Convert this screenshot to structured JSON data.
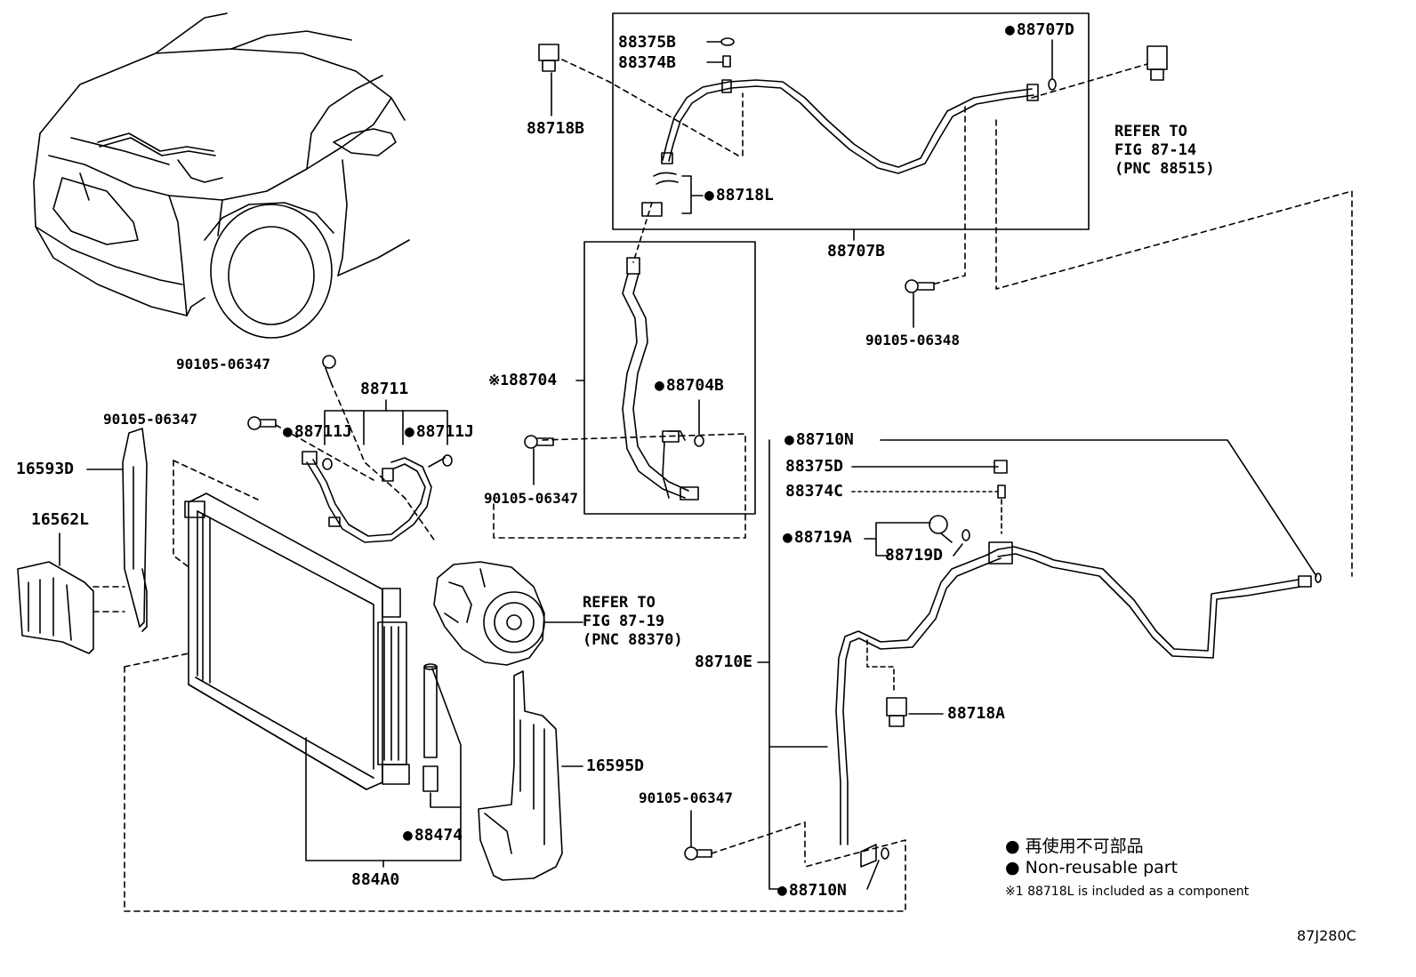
{
  "parts": {
    "p88375B": "88375B",
    "p88374B": "88374B",
    "p88707D": "88707D",
    "p88718B": "88718B",
    "p88718L": "88718L",
    "p88707B": "88707B",
    "p90105_06348": "90105-06348",
    "p90105_06347_a": "90105-06347",
    "p88711": "88711",
    "p90105_06347_b": "90105-06347",
    "p88711J_a": "88711J",
    "p88711J_b": "88711J",
    "p16593D": "16593D",
    "p16562L": "16562L",
    "p88704_mark": "※1",
    "p88704": "88704",
    "p88704B": "88704B",
    "p90105_06347_c": "90105-06347",
    "p88710N_a": "88710N",
    "p88375D": "88375D",
    "p88374C": "88374C",
    "p88719A": "88719A",
    "p88719D": "88719D",
    "p88710E": "88710E",
    "p88718A": "88718A",
    "p16595D": "16595D",
    "p90105_06347_d": "90105-06347",
    "p88474": "88474",
    "p884A0": "884A0",
    "p88710N_b": "88710N"
  },
  "refs": {
    "ref1": [
      "REFER TO",
      "FIG 87-14",
      "(PNC 88515)"
    ],
    "ref2": [
      "REFER TO",
      "FIG 87-19",
      "(PNC 88370)"
    ]
  },
  "legend": {
    "jp": "再使用不可部品",
    "en": "Non-reusable part",
    "note": "※1 88718L is included as a component"
  },
  "figure_code": "87J280C"
}
